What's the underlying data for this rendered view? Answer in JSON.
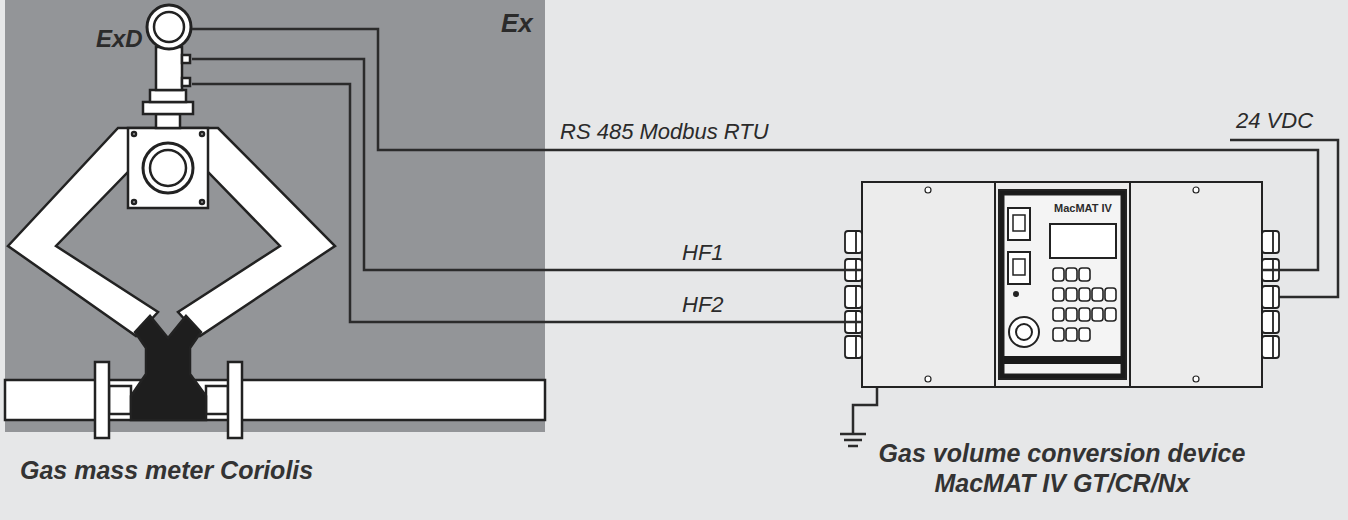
{
  "diagram": {
    "nodes": [
      {
        "text": [
          "Ex",
          "Gas mass meter Coriolis"
        ]
      },
      {
        "text": [
          "ExD"
        ],
        "in": 0
      },
      {
        "text": [
          "MacMAT IV",
          "Gas volume conversion device MacMAT IV GT/CR/Nx"
        ]
      }
    ],
    "edges": [
      {
        "from": 1,
        "to": 2,
        "arrow": "none",
        "label": "RS 485 Modbus RTU"
      },
      {
        "from": 1,
        "to": 2,
        "arrow": "none",
        "label": "HF1"
      },
      {
        "from": 1,
        "to": 2,
        "arrow": "none",
        "label": "HF2"
      }
    ],
    "labels": [
      "24 VDC"
    ]
  }
}
